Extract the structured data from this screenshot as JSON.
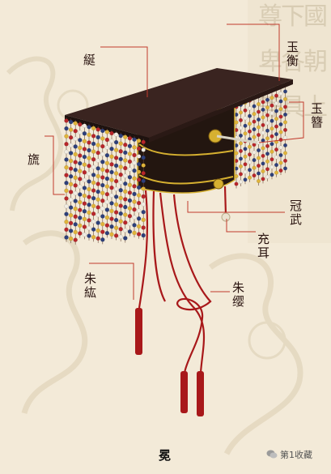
{
  "labels": {
    "yan": "綖",
    "liu": "旒",
    "yuheng": "玉衡",
    "yuzan": "玉簪",
    "guanwu": "冠武",
    "chonger": "充耳",
    "zhuhong": "朱紘",
    "zhuying": "朱缨"
  },
  "title": "冕",
  "watermark": "第1收藏",
  "background_text": "國朝上下各具尊卑等",
  "colors": {
    "background": "#f3ead8",
    "board": "#3a2420",
    "crown": "#231610",
    "gold": "#d6b030",
    "cord": "#a8181a",
    "leader": "#c23a2c",
    "bead_red": "#b8262a",
    "bead_blue": "#2d3f7a",
    "bead_yellow": "#e0b43a",
    "bead_white": "#f1ece2"
  }
}
